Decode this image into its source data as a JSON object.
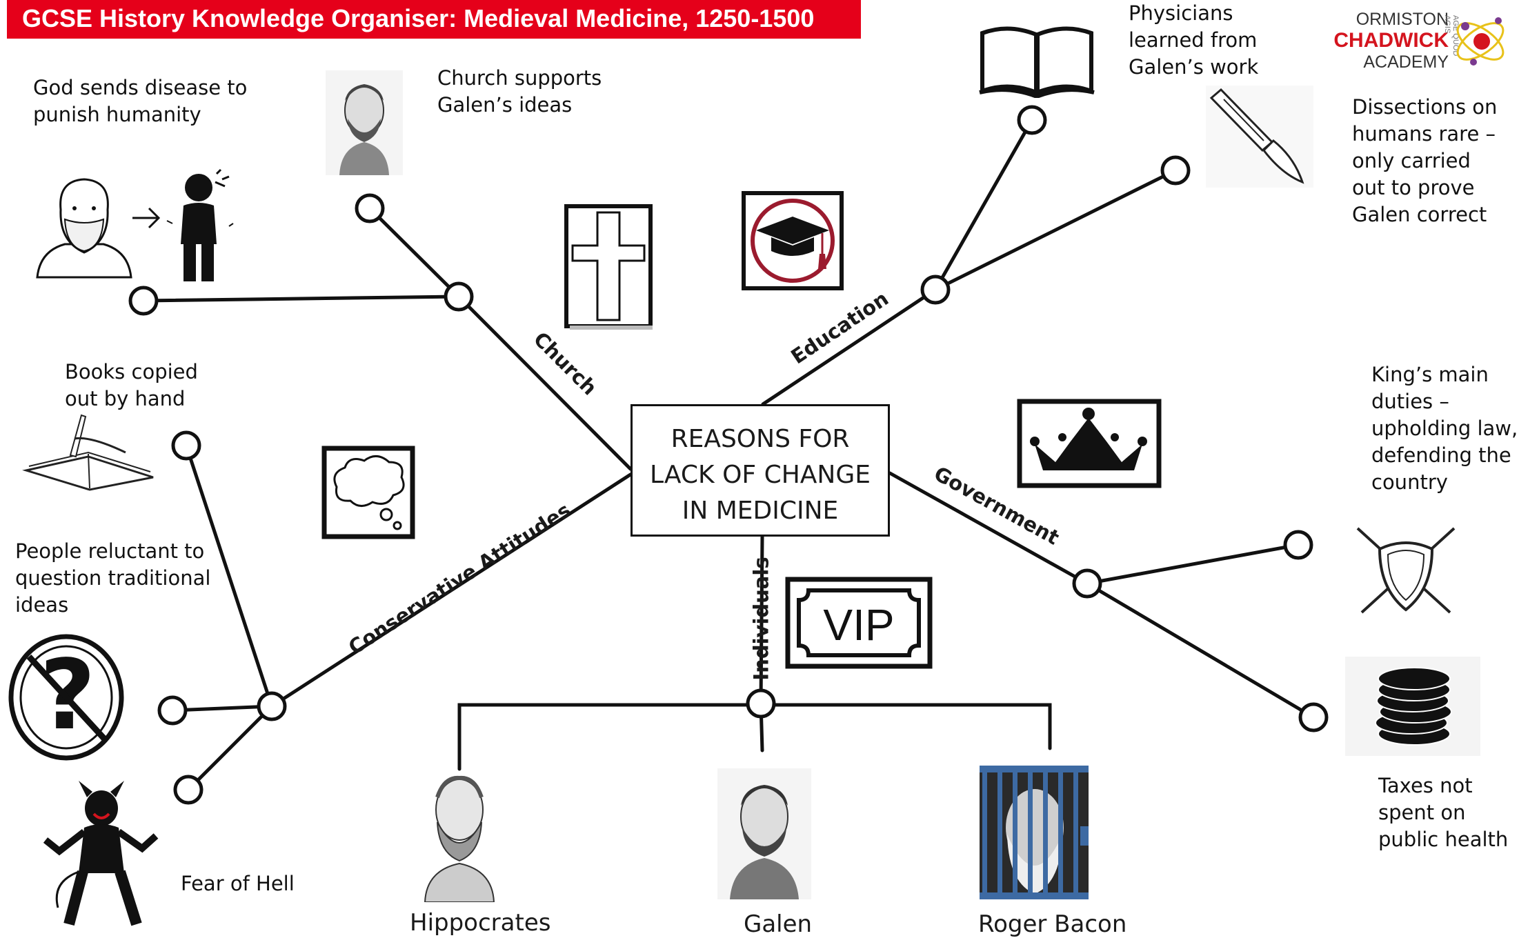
{
  "title": "GCSE History Knowledge Organiser: Medieval Medicine, 1250-1500",
  "logo": {
    "line1": "ORMISTON",
    "line2": "CHADWICK",
    "line3": "ACADEMY",
    "tagline": "AGE QUOD AGIS"
  },
  "center": {
    "text": "REASONS FOR\nLACK OF CHANGE\nIN MEDICINE"
  },
  "branches": {
    "church": "Church",
    "education": "Education",
    "government": "Government",
    "individuals": "Individuals",
    "conservative": "Conservative Attitudes"
  },
  "notes": {
    "god_disease": "God sends disease to\npunish humanity",
    "church_galen": "Church supports\nGalen’s ideas",
    "physicians": "Physicians\nlearned from\nGalen’s work",
    "dissections": "Dissections on\nhumans rare –\nonly carried\nout to prove\nGalen correct",
    "books": "Books copied\nout by hand",
    "reluctant": "People reluctant to\nquestion traditional\nideas",
    "hell": "Fear of Hell",
    "king": "King’s main\nduties –\nupholding law,\ndefending the\ncountry",
    "taxes": "Taxes not\nspent on\npublic health"
  },
  "people": {
    "hippocrates": "Hippocrates",
    "galen": "Galen",
    "roger_bacon": "Roger Bacon"
  },
  "badges": {
    "vip": "VIP"
  },
  "colors": {
    "title_bg": "#e5001a",
    "logo_red": "#d4141e",
    "cap_ring": "#9b1b2e",
    "bars": "#3d6aa3"
  }
}
